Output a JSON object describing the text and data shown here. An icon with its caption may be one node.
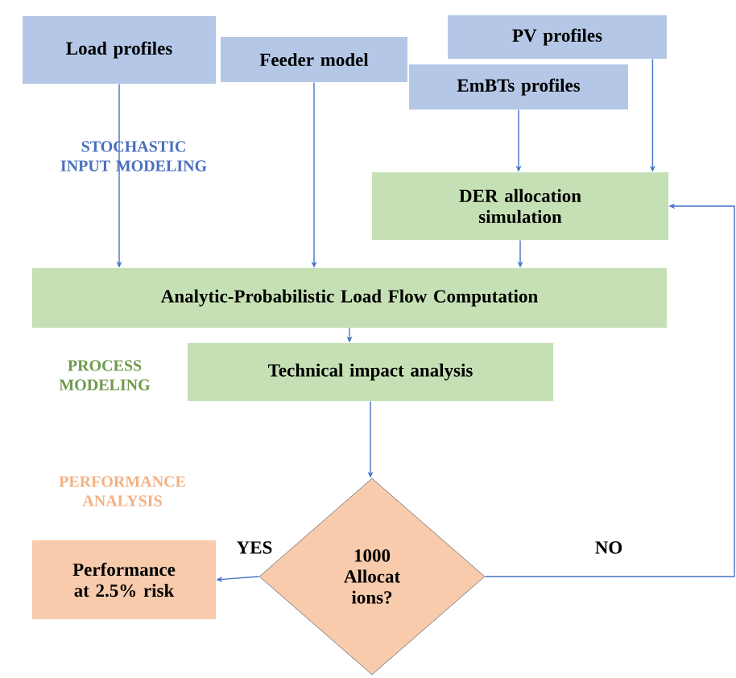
{
  "diagram": {
    "nodes": [
      {
        "text": [
          "Load profiles"
        ]
      },
      {
        "text": [
          "Feeder model"
        ]
      },
      {
        "text": [
          "PV profiles"
        ]
      },
      {
        "text": [
          "EmBTs profiles"
        ]
      },
      {
        "text": [
          "DER allocation simulation"
        ]
      },
      {
        "text": [
          "Analytic-Probabilistic Load Flow Computation"
        ]
      },
      {
        "text": [
          "Technical impact analysis"
        ]
      },
      {
        "text": [
          "1000 Allocat ions?"
        ]
      },
      {
        "text": [
          "Performance at 2.5% risk"
        ]
      }
    ],
    "edges": [
      {
        "from": 0,
        "to": 5,
        "arrow": "to"
      },
      {
        "from": 1,
        "to": 5,
        "arrow": "to"
      },
      {
        "from": 3,
        "to": 4,
        "arrow": "to"
      },
      {
        "from": 2,
        "to": 4,
        "arrow": "to"
      },
      {
        "from": 4,
        "to": 5,
        "arrow": "to"
      },
      {
        "from": 5,
        "to": 6,
        "arrow": "to"
      },
      {
        "from": 6,
        "to": 7,
        "arrow": "to"
      },
      {
        "from": 7,
        "to": 8,
        "arrow": "to",
        "label": "YES"
      },
      {
        "from": 7,
        "to": 4,
        "arrow": "to",
        "label": "NO"
      }
    ],
    "labels": [
      "STOCHASTIC INPUT MODELING",
      "PROCESS MODELING",
      "PERFORMANCE ANALYSIS"
    ]
  }
}
